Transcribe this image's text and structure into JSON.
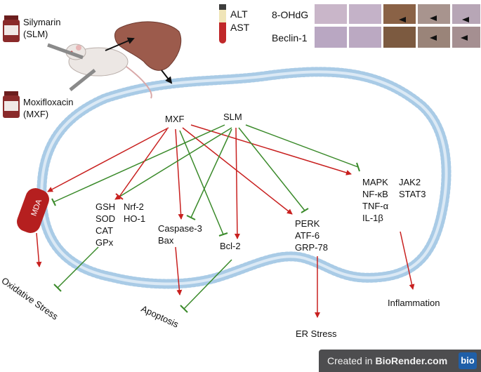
{
  "drugs": {
    "silymarin": {
      "line1": "Silymarin",
      "line2": "(SLM)"
    },
    "moxifloxacin": {
      "line1": "Moxifloxacin",
      "line2": "(MXF)"
    }
  },
  "serum": {
    "alt": "ALT",
    "ast": "AST"
  },
  "histology": {
    "marker1": "8-OHdG",
    "marker2": "Beclin-1"
  },
  "nodes": {
    "mxf": "MXF",
    "slm": "SLM",
    "mda": "MDA",
    "antioxidants": [
      "GSH",
      "SOD",
      "CAT",
      "GPx"
    ],
    "nrf": [
      "Nrf-2",
      "HO-1"
    ],
    "apoptotic": [
      "Caspase-3",
      "Bax"
    ],
    "bcl2": "Bcl-2",
    "er": [
      "PERK",
      "ATF-6",
      "GRP-78"
    ],
    "inflam_left": [
      "MAPK",
      "NF-κB",
      "TNF-α",
      "IL-1β"
    ],
    "inflam_right": [
      "JAK2",
      "STAT3"
    ]
  },
  "outcomes": {
    "oxidative": "Oxidative Stress",
    "apoptosis": "Apoptosis",
    "er": "ER Stress",
    "inflammation": "Inflammation"
  },
  "footer": {
    "prefix": "Created in ",
    "brand": "BioRender.com",
    "logo": "bio"
  },
  "colors": {
    "activate": "#c8201f",
    "inhibit": "#3a8a2a",
    "membrane": "#a9cbe6",
    "mda": "#b51f1f"
  }
}
